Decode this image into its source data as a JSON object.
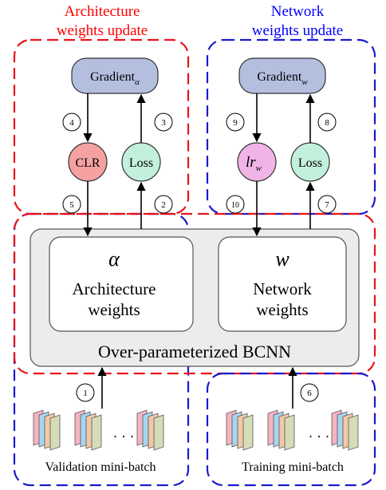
{
  "regions": {
    "arch_update_title_line1": "Architecture",
    "arch_update_title_line2": "weights update",
    "net_update_title_line1": "Network",
    "net_update_title_line2": "weights update"
  },
  "nodes": {
    "gradient_alpha": {
      "label": "Gradient",
      "subscript": "α"
    },
    "gradient_w": {
      "label": "Gradient",
      "subscript": "w"
    },
    "clr": {
      "label": "CLR"
    },
    "loss_left": {
      "label": "Loss"
    },
    "lr_w": {
      "label": "lr",
      "subscript": "w"
    },
    "loss_right": {
      "label": "Loss"
    }
  },
  "core": {
    "title": "Over-parameterized BCNN",
    "alpha_symbol": "α",
    "alpha_line1": "Architecture",
    "alpha_line2": "weights",
    "w_symbol": "w",
    "w_line1": "Network",
    "w_line2": "weights"
  },
  "steps": [
    "1",
    "2",
    "3",
    "4",
    "5",
    "6",
    "7",
    "8",
    "9",
    "10"
  ],
  "batches": {
    "validation_label": "Validation mini-batch",
    "training_label": "Training mini-batch",
    "ellipsis": "· · ·"
  },
  "colors": {
    "red_title": "#ff0000",
    "blue_title": "#0000ff",
    "red_dash": "#e8141c",
    "blue_dash": "#1a1acc",
    "gradient_fill": "#b4bfe0",
    "clr_fill": "#f5a1a1",
    "loss_fill": "#c3f0dc",
    "lr_fill": "#f0b4e6",
    "core_fill": "#ececec",
    "card_pink": "#f5b4c0",
    "card_blue": "#a8d4f0",
    "card_orange": "#f2c8a8",
    "card_green": "#d4dcb8"
  }
}
